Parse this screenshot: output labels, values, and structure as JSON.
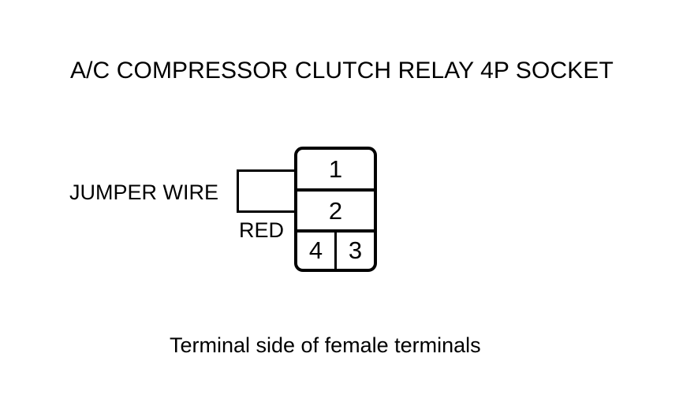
{
  "diagram": {
    "title": "A/C COMPRESSOR CLUTCH RELAY 4P SOCKET",
    "caption": "Terminal side of female terminals",
    "background_color": "#ffffff",
    "line_color": "#000000",
    "connector": {
      "type": "4P socket",
      "rows": [
        {
          "cells": [
            {
              "pin": "1"
            }
          ]
        },
        {
          "cells": [
            {
              "pin": "2"
            }
          ]
        },
        {
          "cells": [
            {
              "pin": "4"
            },
            {
              "pin": "3"
            }
          ]
        }
      ]
    },
    "jumper": {
      "label": "JUMPER WIRE",
      "wire_color_label": "RED"
    }
  }
}
